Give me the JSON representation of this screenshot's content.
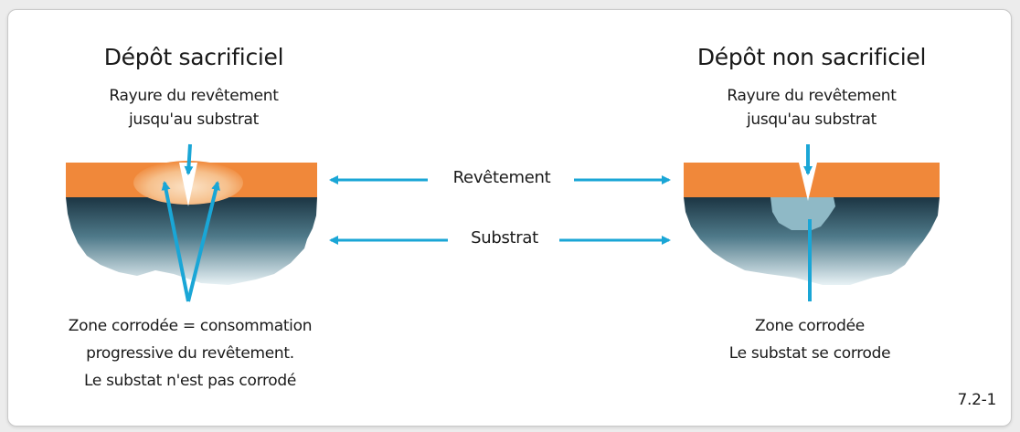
{
  "left": {
    "title": "Dépôt sacrificiel",
    "scratch_label_line1": "Rayure du revêtement",
    "scratch_label_line2": "jusqu'au substrat",
    "zone_line1": "Zone corrodée = consommation",
    "zone_line2": "progressive du revêtement.",
    "zone_line3": "Le substat n'est pas corrodé"
  },
  "right": {
    "title": "Dépôt non sacrificiel",
    "scratch_label_line1": "Rayure du revêtement",
    "scratch_label_line2": "jusqu'au substrat",
    "zone_line1": "Zone corrodée",
    "zone_line2": "Le substat se corrode"
  },
  "center": {
    "coating_label": "Revêtement",
    "substrate_label": "Substrat"
  },
  "figure_number": "7.2-1",
  "colors": {
    "coating": "#f0883a",
    "coating_light": "#f6c79a",
    "substrate_dark": "#1f3a4a",
    "substrate_light": "#cfe3ea",
    "arrow": "#1aa6d6",
    "corroded_zone": "#8fb9c6"
  }
}
